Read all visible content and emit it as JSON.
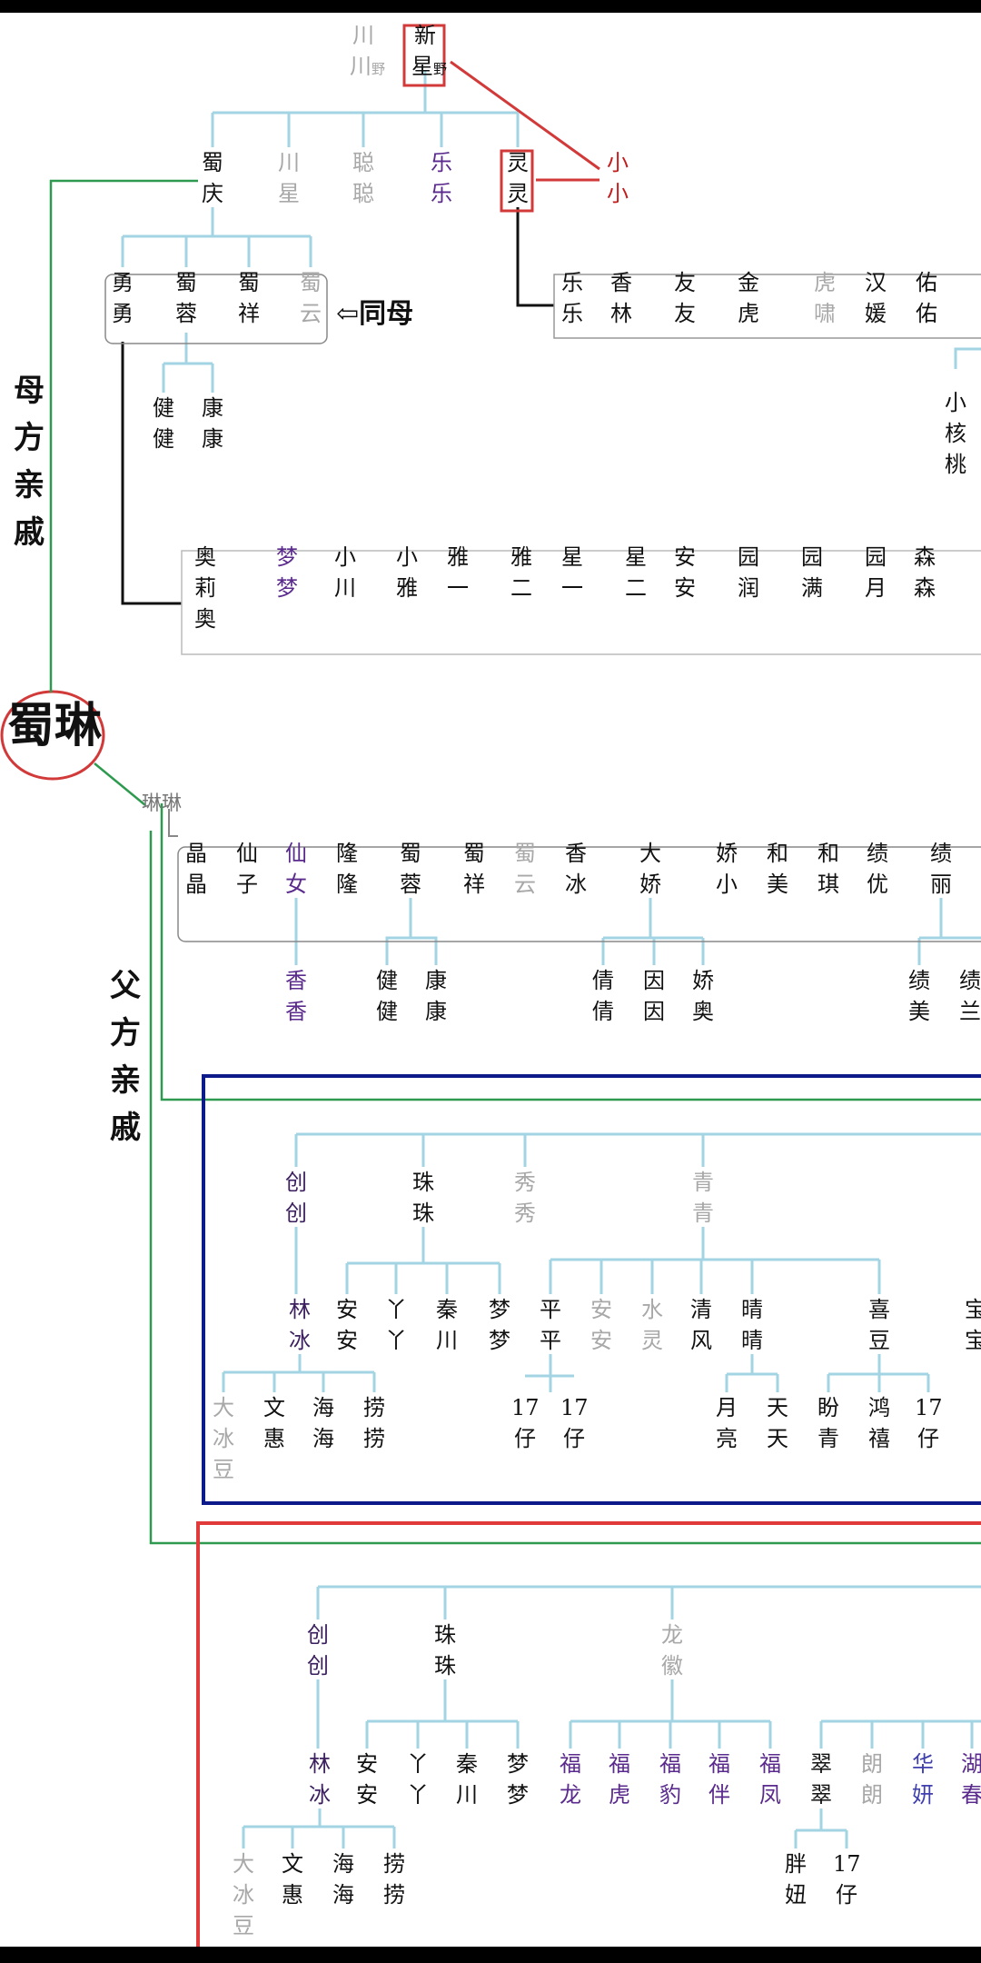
{
  "center": {
    "name": "蜀琳",
    "alias": "琳琳"
  },
  "side_labels": {
    "maternal": [
      "母",
      "方",
      "亲",
      "戚"
    ],
    "paternal": [
      "父",
      "方",
      "亲",
      "戚"
    ]
  },
  "annotation": "⇦同母",
  "nodes": [
    {
      "id": "chuan-chuanye",
      "c": "g",
      "l": [
        "川",
        "川野"
      ]
    },
    {
      "id": "xin-xingye",
      "c": "",
      "l": [
        "新",
        "星野"
      ]
    },
    {
      "id": "shu-qing",
      "c": "",
      "l": [
        "蜀",
        "庆"
      ]
    },
    {
      "id": "chuan-xing",
      "c": "g",
      "l": [
        "川",
        "星"
      ]
    },
    {
      "id": "cong-cong",
      "c": "g",
      "l": [
        "聪",
        "聪"
      ]
    },
    {
      "id": "le-le",
      "c": "pu",
      "l": [
        "乐",
        "乐"
      ]
    },
    {
      "id": "ling-ling",
      "c": "",
      "l": [
        "灵",
        "灵"
      ]
    },
    {
      "id": "xiao-xiao",
      "c": "r",
      "l": [
        "小",
        "小"
      ]
    },
    {
      "id": "yong-yong",
      "c": "",
      "l": [
        "勇",
        "勇"
      ]
    },
    {
      "id": "shu-rong",
      "c": "",
      "l": [
        "蜀",
        "蓉"
      ]
    },
    {
      "id": "shu-xiang",
      "c": "",
      "l": [
        "蜀",
        "祥"
      ]
    },
    {
      "id": "shu-yun",
      "c": "g",
      "l": [
        "蜀",
        "云"
      ]
    },
    {
      "id": "jian-jian",
      "c": "",
      "l": [
        "健",
        "健"
      ]
    },
    {
      "id": "kang-kang",
      "c": "",
      "l": [
        "康",
        "康"
      ]
    },
    {
      "id": "le-le-2",
      "c": "",
      "l": [
        "乐",
        "乐"
      ]
    },
    {
      "id": "xiang-lin",
      "c": "",
      "l": [
        "香",
        "林"
      ]
    },
    {
      "id": "you-you",
      "c": "",
      "l": [
        "友",
        "友"
      ]
    },
    {
      "id": "jin-hu",
      "c": "",
      "l": [
        "金",
        "虎"
      ]
    },
    {
      "id": "hu-xiao",
      "c": "g",
      "l": [
        "虎",
        "啸"
      ]
    },
    {
      "id": "han-yuan",
      "c": "",
      "l": [
        "汉",
        "媛"
      ]
    },
    {
      "id": "you-you-2",
      "c": "",
      "l": [
        "佑",
        "佑"
      ]
    },
    {
      "id": "xiao-hetao",
      "c": "",
      "l": [
        "小",
        "核",
        "桃"
      ]
    },
    {
      "id": "ao-li-ao",
      "c": "",
      "l": [
        "奥",
        "莉",
        "奥"
      ]
    },
    {
      "id": "meng-meng",
      "c": "pu",
      "l": [
        "梦",
        "梦"
      ]
    },
    {
      "id": "xiao-chuan",
      "c": "",
      "l": [
        "小",
        "川"
      ]
    },
    {
      "id": "xiao-ya",
      "c": "",
      "l": [
        "小",
        "雅"
      ]
    },
    {
      "id": "ya-yi",
      "c": "",
      "l": [
        "雅",
        "一"
      ]
    },
    {
      "id": "ya-er",
      "c": "",
      "l": [
        "雅",
        "二"
      ]
    },
    {
      "id": "xing-yi",
      "c": "",
      "l": [
        "星",
        "一"
      ]
    },
    {
      "id": "xing-er",
      "c": "",
      "l": [
        "星",
        "二"
      ]
    },
    {
      "id": "an-an",
      "c": "",
      "l": [
        "安",
        "安"
      ]
    },
    {
      "id": "yuan-run",
      "c": "",
      "l": [
        "园",
        "润"
      ]
    },
    {
      "id": "yuan-man",
      "c": "",
      "l": [
        "园",
        "满"
      ]
    },
    {
      "id": "yuan-yue",
      "c": "",
      "l": [
        "园",
        "月"
      ]
    },
    {
      "id": "sen-sen",
      "c": "",
      "l": [
        "森",
        "森"
      ]
    },
    {
      "id": "jing-jing",
      "c": "",
      "l": [
        "晶",
        "晶"
      ]
    },
    {
      "id": "xian-zi",
      "c": "",
      "l": [
        "仙",
        "子"
      ]
    },
    {
      "id": "xian-nv",
      "c": "pu",
      "l": [
        "仙",
        "女"
      ]
    },
    {
      "id": "long-long",
      "c": "",
      "l": [
        "隆",
        "隆"
      ]
    },
    {
      "id": "shu-rong-2",
      "c": "",
      "l": [
        "蜀",
        "蓉"
      ]
    },
    {
      "id": "shu-xiang-2",
      "c": "",
      "l": [
        "蜀",
        "祥"
      ]
    },
    {
      "id": "shu-yun-2",
      "c": "g",
      "l": [
        "蜀",
        "云"
      ]
    },
    {
      "id": "xiang-bing",
      "c": "",
      "l": [
        "香",
        "冰"
      ]
    },
    {
      "id": "da-jiao",
      "c": "",
      "l": [
        "大",
        "娇"
      ]
    },
    {
      "id": "jiao-xiao",
      "c": "",
      "l": [
        "娇",
        "小"
      ]
    },
    {
      "id": "he-mei",
      "c": "",
      "l": [
        "和",
        "美"
      ]
    },
    {
      "id": "he-qi",
      "c": "",
      "l": [
        "和",
        "琪"
      ]
    },
    {
      "id": "ji-you",
      "c": "",
      "l": [
        "绩",
        "优"
      ]
    },
    {
      "id": "ji-li",
      "c": "",
      "l": [
        "绩",
        "丽"
      ]
    },
    {
      "id": "xiang-xiang",
      "c": "pu",
      "l": [
        "香",
        "香"
      ]
    },
    {
      "id": "jian-jian-2",
      "c": "",
      "l": [
        "健",
        "健"
      ]
    },
    {
      "id": "kang-kang-2",
      "c": "",
      "l": [
        "康",
        "康"
      ]
    },
    {
      "id": "qian-qian",
      "c": "",
      "l": [
        "倩",
        "倩"
      ]
    },
    {
      "id": "yin-yin",
      "c": "",
      "l": [
        "因",
        "因"
      ]
    },
    {
      "id": "jiao-ao",
      "c": "",
      "l": [
        "娇",
        "奥"
      ]
    },
    {
      "id": "ji-mei",
      "c": "",
      "l": [
        "绩",
        "美"
      ]
    },
    {
      "id": "ji-lan",
      "c": "",
      "l": [
        "绩",
        "兰"
      ]
    },
    {
      "id": "chuang-chuang",
      "c": "dp",
      "l": [
        "创",
        "创"
      ]
    },
    {
      "id": "zhu-zhu",
      "c": "",
      "l": [
        "珠",
        "珠"
      ]
    },
    {
      "id": "xiu-xiu",
      "c": "g",
      "l": [
        "秀",
        "秀"
      ]
    },
    {
      "id": "qing-qing",
      "c": "g",
      "l": [
        "青",
        "青"
      ]
    },
    {
      "id": "lin-bing",
      "c": "dp",
      "l": [
        "林",
        "冰"
      ]
    },
    {
      "id": "an-an-2",
      "c": "",
      "l": [
        "安",
        "安"
      ]
    },
    {
      "id": "ya-ya",
      "c": "",
      "l": [
        "丫",
        "丫"
      ]
    },
    {
      "id": "qin-chuan",
      "c": "",
      "l": [
        "秦",
        "川"
      ]
    },
    {
      "id": "meng-meng-2",
      "c": "",
      "l": [
        "梦",
        "梦"
      ]
    },
    {
      "id": "ping-ping",
      "c": "",
      "l": [
        "平",
        "平"
      ]
    },
    {
      "id": "an-an-3",
      "c": "g",
      "l": [
        "安",
        "安"
      ]
    },
    {
      "id": "shui-ling",
      "c": "g",
      "l": [
        "水",
        "灵"
      ]
    },
    {
      "id": "qing-feng",
      "c": "",
      "l": [
        "清",
        "风"
      ]
    },
    {
      "id": "qing-qing-2",
      "c": "",
      "l": [
        "晴",
        "晴"
      ]
    },
    {
      "id": "xi-dou",
      "c": "",
      "l": [
        "喜",
        "豆"
      ]
    },
    {
      "id": "bao-bao",
      "c": "",
      "l": [
        "宝",
        "宝"
      ]
    },
    {
      "id": "da-bingdou",
      "c": "g",
      "l": [
        "大",
        "冰",
        "豆"
      ]
    },
    {
      "id": "wen-hui",
      "c": "",
      "l": [
        "文",
        "惠"
      ]
    },
    {
      "id": "hai-hai",
      "c": "",
      "l": [
        "海",
        "海"
      ]
    },
    {
      "id": "lao-lao",
      "c": "",
      "l": [
        "捞",
        "捞"
      ]
    },
    {
      "id": "17-zai-1",
      "c": "",
      "l": [
        "17",
        "仔"
      ]
    },
    {
      "id": "17-zai-2",
      "c": "",
      "l": [
        "17",
        "仔"
      ]
    },
    {
      "id": "yue-liang",
      "c": "",
      "l": [
        "月",
        "亮"
      ]
    },
    {
      "id": "tian-tian",
      "c": "",
      "l": [
        "天",
        "天"
      ]
    },
    {
      "id": "pan-qing",
      "c": "",
      "l": [
        "盼",
        "青"
      ]
    },
    {
      "id": "hong-xi",
      "c": "",
      "l": [
        "鸿",
        "禧"
      ]
    },
    {
      "id": "17-zai-3",
      "c": "",
      "l": [
        "17",
        "仔"
      ]
    },
    {
      "id": "chuang-chuang-2",
      "c": "dp",
      "l": [
        "创",
        "创"
      ]
    },
    {
      "id": "zhu-zhu-2",
      "c": "",
      "l": [
        "珠",
        "珠"
      ]
    },
    {
      "id": "long-hui",
      "c": "g",
      "l": [
        "龙",
        "徽"
      ]
    },
    {
      "id": "lin-bing-2",
      "c": "dp",
      "l": [
        "林",
        "冰"
      ]
    },
    {
      "id": "an-an-4",
      "c": "",
      "l": [
        "安",
        "安"
      ]
    },
    {
      "id": "ya-ya-2",
      "c": "",
      "l": [
        "丫",
        "丫"
      ]
    },
    {
      "id": "qin-chuan-2",
      "c": "",
      "l": [
        "秦",
        "川"
      ]
    },
    {
      "id": "meng-meng-3",
      "c": "",
      "l": [
        "梦",
        "梦"
      ]
    },
    {
      "id": "fu-long",
      "c": "pu",
      "l": [
        "福",
        "龙"
      ]
    },
    {
      "id": "fu-hu",
      "c": "pu",
      "l": [
        "福",
        "虎"
      ]
    },
    {
      "id": "fu-bao",
      "c": "pu",
      "l": [
        "福",
        "豹"
      ]
    },
    {
      "id": "fu-ban",
      "c": "pu",
      "l": [
        "福",
        "伴"
      ]
    },
    {
      "id": "fu-feng",
      "c": "pu",
      "l": [
        "福",
        "凤"
      ]
    },
    {
      "id": "cui-cui",
      "c": "",
      "l": [
        "翠",
        "翠"
      ]
    },
    {
      "id": "lang-lang",
      "c": "g",
      "l": [
        "朗",
        "朗"
      ]
    },
    {
      "id": "hua-yan",
      "c": "bl",
      "l": [
        "华",
        "妍"
      ]
    },
    {
      "id": "hu-chun",
      "c": "pu",
      "l": [
        "湖",
        "春"
      ]
    },
    {
      "id": "da-bingdou-2",
      "c": "g",
      "l": [
        "大",
        "冰",
        "豆"
      ]
    },
    {
      "id": "wen-hui-2",
      "c": "",
      "l": [
        "文",
        "惠"
      ]
    },
    {
      "id": "hai-hai-2",
      "c": "",
      "l": [
        "海",
        "海"
      ]
    },
    {
      "id": "lao-lao-2",
      "c": "",
      "l": [
        "捞",
        "捞"
      ]
    },
    {
      "id": "pang-niu",
      "c": "",
      "l": [
        "胖",
        "妞"
      ]
    },
    {
      "id": "17-zai-4",
      "c": "",
      "l": [
        "17",
        "仔"
      ]
    }
  ],
  "colors": {
    "tree_line": "#a3d4e3",
    "maternal_line": "#2e9a4f",
    "relation_line": "#d23a3a",
    "blue_frame": "#0d1a8a",
    "red_frame": "#e03a3a"
  }
}
